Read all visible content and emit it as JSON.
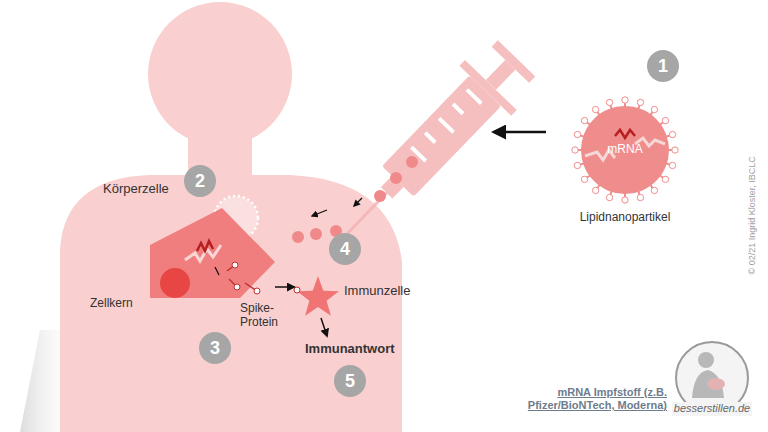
{
  "diagram": {
    "caption": "mRNA Impfstoff (z.B. Pfizer/BioNTech, Moderna)",
    "nodes": [
      {
        "text": [
          "mRNA",
          "Lipidnanopartikel"
        ]
      },
      {
        "text": [
          "Körperzelle"
        ]
      },
      {
        "text": [
          "Immunzelle"
        ]
      }
    ],
    "edges": [
      {
        "from": 1,
        "to": 2,
        "arrow": "to"
      }
    ],
    "labels": [
      "1",
      "2",
      "3",
      "4",
      "5",
      "Zellkern",
      "Spike- Protein",
      "Immunantwort",
      "© 02/21 Ingrid Kloster, IBCLC",
      "besserstillen.de"
    ]
  }
}
